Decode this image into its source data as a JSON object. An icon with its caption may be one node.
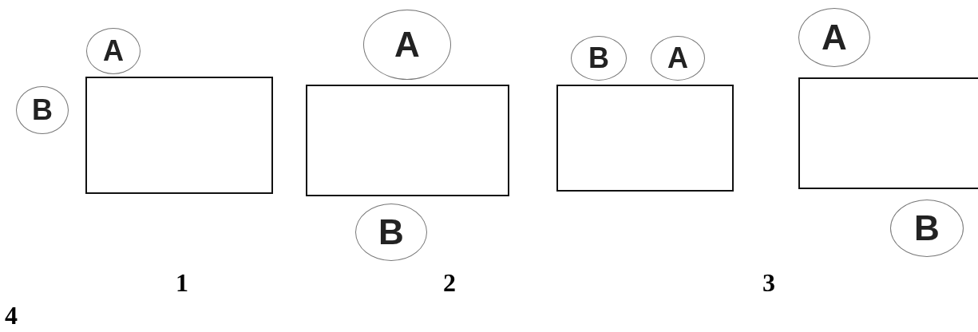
{
  "diagram": {
    "nodes": [
      {
        "text": [],
        "shape": "box"
      },
      {
        "text": [
          "A"
        ]
      },
      {
        "text": [
          "B"
        ]
      },
      {
        "text": [],
        "shape": "box"
      },
      {
        "text": [
          "A"
        ]
      },
      {
        "text": [
          "B"
        ]
      },
      {
        "text": [],
        "shape": "box"
      },
      {
        "text": [
          "B"
        ]
      },
      {
        "text": [
          "A"
        ]
      },
      {
        "text": [],
        "shape": "box"
      },
      {
        "text": [
          "A"
        ]
      },
      {
        "text": [
          "B"
        ]
      }
    ],
    "labels": [
      "1",
      "2",
      "3",
      "4"
    ]
  }
}
